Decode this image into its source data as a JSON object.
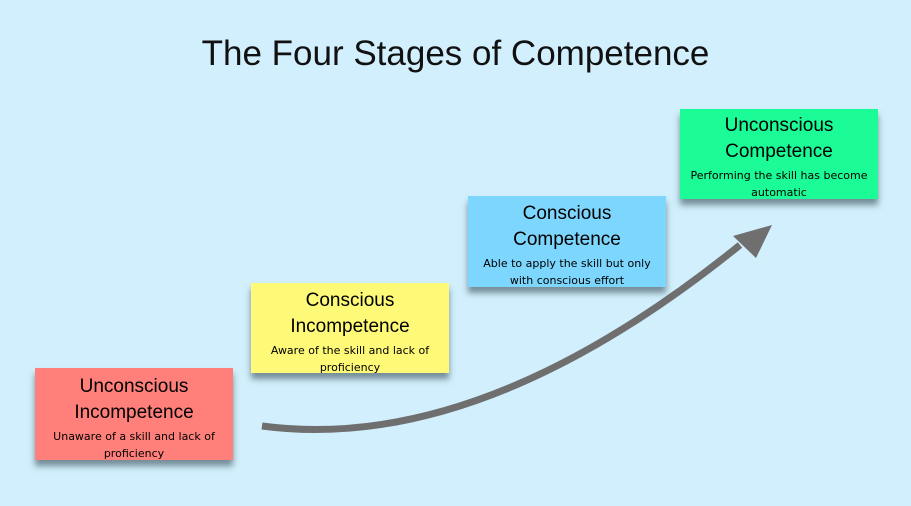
{
  "title": "The Four Stages of Competence",
  "stages": [
    {
      "heading": "Unconscious Incompetence",
      "description": "Unaware of a skill and lack of proficiency",
      "color": "#ff7f7a"
    },
    {
      "heading": "Conscious Incompetence",
      "description": "Aware of the skill and lack of proficiency",
      "color": "#fefa78"
    },
    {
      "heading": "Conscious Competence",
      "description": "Able to apply the skill but only with conscious effort",
      "color": "#7dd6fd"
    },
    {
      "heading": "Unconscious Competence",
      "description": "Performing the skill has become automatic",
      "color": "#1bfb96"
    }
  ]
}
